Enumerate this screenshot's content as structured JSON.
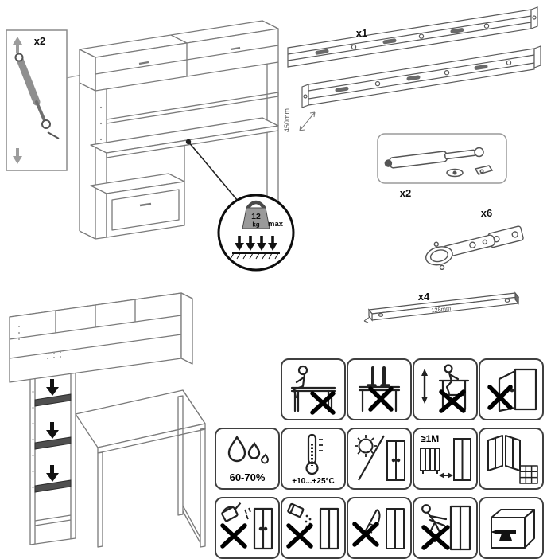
{
  "assembly": {
    "strut_detail_qty": "x2",
    "load_limit": {
      "value": "12",
      "unit": "kg",
      "max": "max"
    }
  },
  "hardware": {
    "slides": {
      "qty": "x1",
      "length": "450mm"
    },
    "gas_strut": {
      "qty": "x2"
    },
    "hinge": {
      "qty": "x6"
    },
    "rail": {
      "qty": "x4",
      "length": "128mm"
    }
  },
  "care": {
    "humidity": "60-70%",
    "temperature": "+10...+25°C",
    "min_heater_distance": "≥1M"
  },
  "care_icons": {
    "row1": [
      "no-sitting-icon",
      "no-standing-icon",
      "no-climbing-icon",
      "no-door-lean-icon"
    ],
    "row2": [
      "humidity-icon",
      "temperature-icon",
      "no-direct-sunlight-icon",
      "heater-distance-icon",
      "open-window-icon"
    ],
    "row3": [
      "no-liquids-icon",
      "no-abrasives-icon",
      "no-feather-duster-icon",
      "no-dragging-icon",
      "no-heavy-items-icon"
    ]
  }
}
